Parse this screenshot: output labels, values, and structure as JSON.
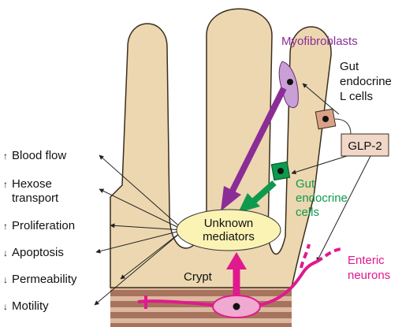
{
  "labels": {
    "myofibroblasts": "Myofibroblasts",
    "gut_endocrine_l_line1": "Gut",
    "gut_endocrine_l_line2": "endocrine",
    "gut_endocrine_l_line3": "L cells",
    "glp2": "GLP-2",
    "gut_endocrine_line1": "Gut",
    "gut_endocrine_line2": "endocrine",
    "gut_endocrine_line3": "cells",
    "unknown_line1": "Unknown",
    "unknown_line2": "mediators",
    "crypt": "Crypt",
    "enteric_line1": "Enteric",
    "enteric_line2": "neurons"
  },
  "effects": [
    {
      "arrow": "↑",
      "label": "Blood flow"
    },
    {
      "arrow": "↑",
      "label": "Hexose"
    },
    {
      "arrow": "",
      "label": "transport"
    },
    {
      "arrow": "↑",
      "label": "Proliferation"
    },
    {
      "arrow": "↓",
      "label": "Apoptosis"
    },
    {
      "arrow": "↓",
      "label": "Permeability"
    },
    {
      "arrow": "↓",
      "label": "Motility"
    }
  ],
  "colors": {
    "tissue": "#ecd7b0",
    "tissue_outline": "#3a2e1e",
    "muscle": "#a8735d",
    "muscle_light": "#dcb8a0",
    "myofibroblast_purple": "#8b2d96",
    "endocrine_green": "#0e9a4e",
    "neuron_magenta": "#e01a8e",
    "mediator_yellow": "#fbf3b4",
    "glp2_box": "#f0d7c8",
    "l_cell": "#d9a286"
  }
}
